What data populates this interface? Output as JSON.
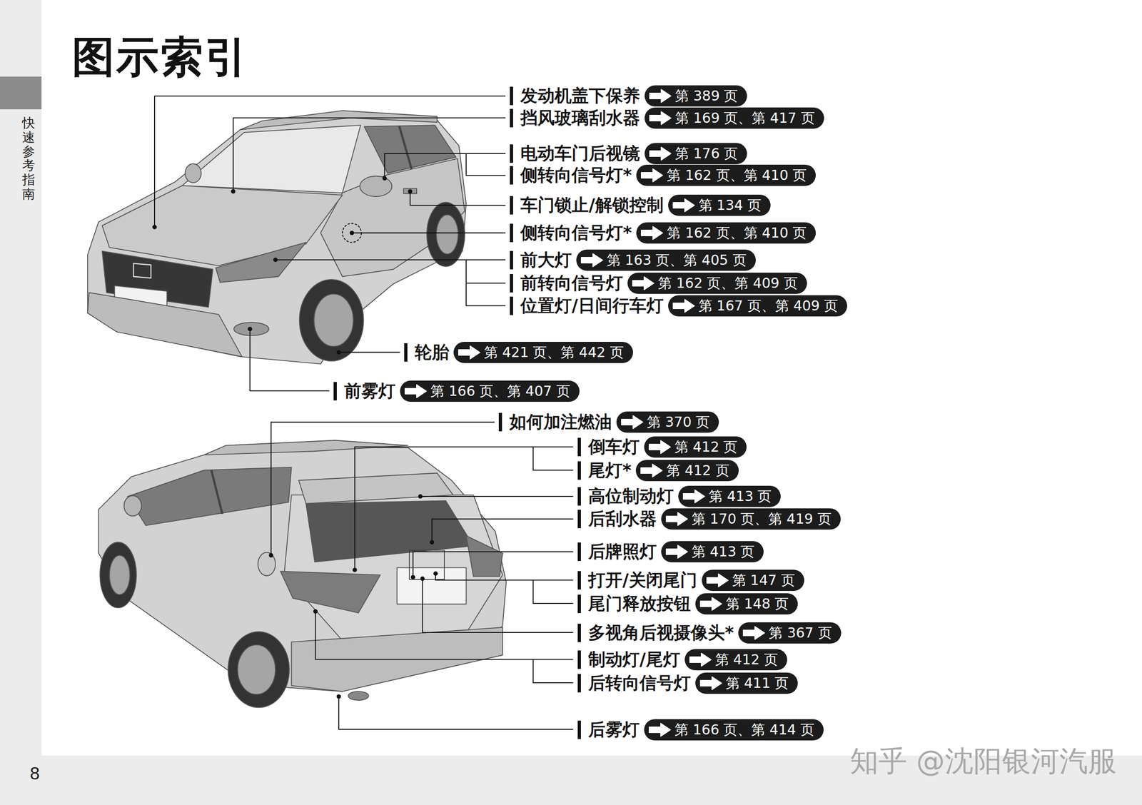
{
  "diagram": {
    "title": "图示索引",
    "nodes": [
      {
        "text": [
          "发动机盖下保养",
          "第 389 页"
        ]
      },
      {
        "text": [
          "挡风玻璃刮水器",
          "第 169 页、第 417 页"
        ]
      },
      {
        "text": [
          "电动车门后视镜",
          "第 176 页"
        ]
      },
      {
        "text": [
          "侧转向信号灯*",
          "第 162 页、第 410 页"
        ]
      },
      {
        "text": [
          "车门锁止/解锁控制",
          "第 134 页"
        ]
      },
      {
        "text": [
          "侧转向信号灯*",
          "第 162 页、第 410 页"
        ]
      },
      {
        "text": [
          "前大灯",
          "第 163 页、第 405 页"
        ]
      },
      {
        "text": [
          "前转向信号灯",
          "第 162 页、第 409 页"
        ]
      },
      {
        "text": [
          "位置灯/日间行车灯",
          "第 167 页、第 409 页"
        ]
      },
      {
        "text": [
          "轮胎",
          "第 421 页、第 442 页"
        ]
      },
      {
        "text": [
          "前雾灯",
          "第 166 页、第 407 页"
        ]
      },
      {
        "text": [
          "如何加注燃油",
          "第 370 页"
        ]
      },
      {
        "text": [
          "倒车灯",
          "第 412 页"
        ]
      },
      {
        "text": [
          "尾灯*",
          "第 412 页"
        ]
      },
      {
        "text": [
          "高位制动灯",
          "第 413 页"
        ]
      },
      {
        "text": [
          "后刮水器",
          "第 170 页、第 419 页"
        ]
      },
      {
        "text": [
          "后牌照灯",
          "第 413 页"
        ]
      },
      {
        "text": [
          "打开/关闭尾门",
          "第 147 页"
        ]
      },
      {
        "text": [
          "尾门释放按钮",
          "第 148 页"
        ]
      },
      {
        "text": [
          "多视角后视摄像头*",
          "第 367 页"
        ]
      },
      {
        "text": [
          "制动灯/尾灯",
          "第 412 页"
        ]
      },
      {
        "text": [
          "后转向信号灯",
          "第 411 页"
        ]
      },
      {
        "text": [
          "后雾灯",
          "第 166 页、第 414 页"
        ]
      }
    ],
    "labels": [
      "快速参考指南",
      "8",
      "知乎 @沈阳银河汽服"
    ]
  }
}
